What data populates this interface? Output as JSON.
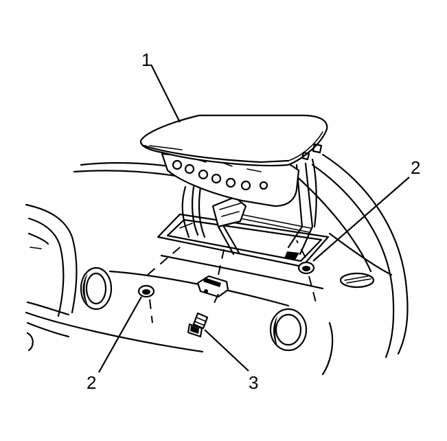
{
  "callouts": [
    {
      "id": "c1",
      "label": "1"
    },
    {
      "id": "c2a",
      "label": "2"
    },
    {
      "id": "c2b",
      "label": "2"
    },
    {
      "id": "c3",
      "label": "3"
    }
  ]
}
